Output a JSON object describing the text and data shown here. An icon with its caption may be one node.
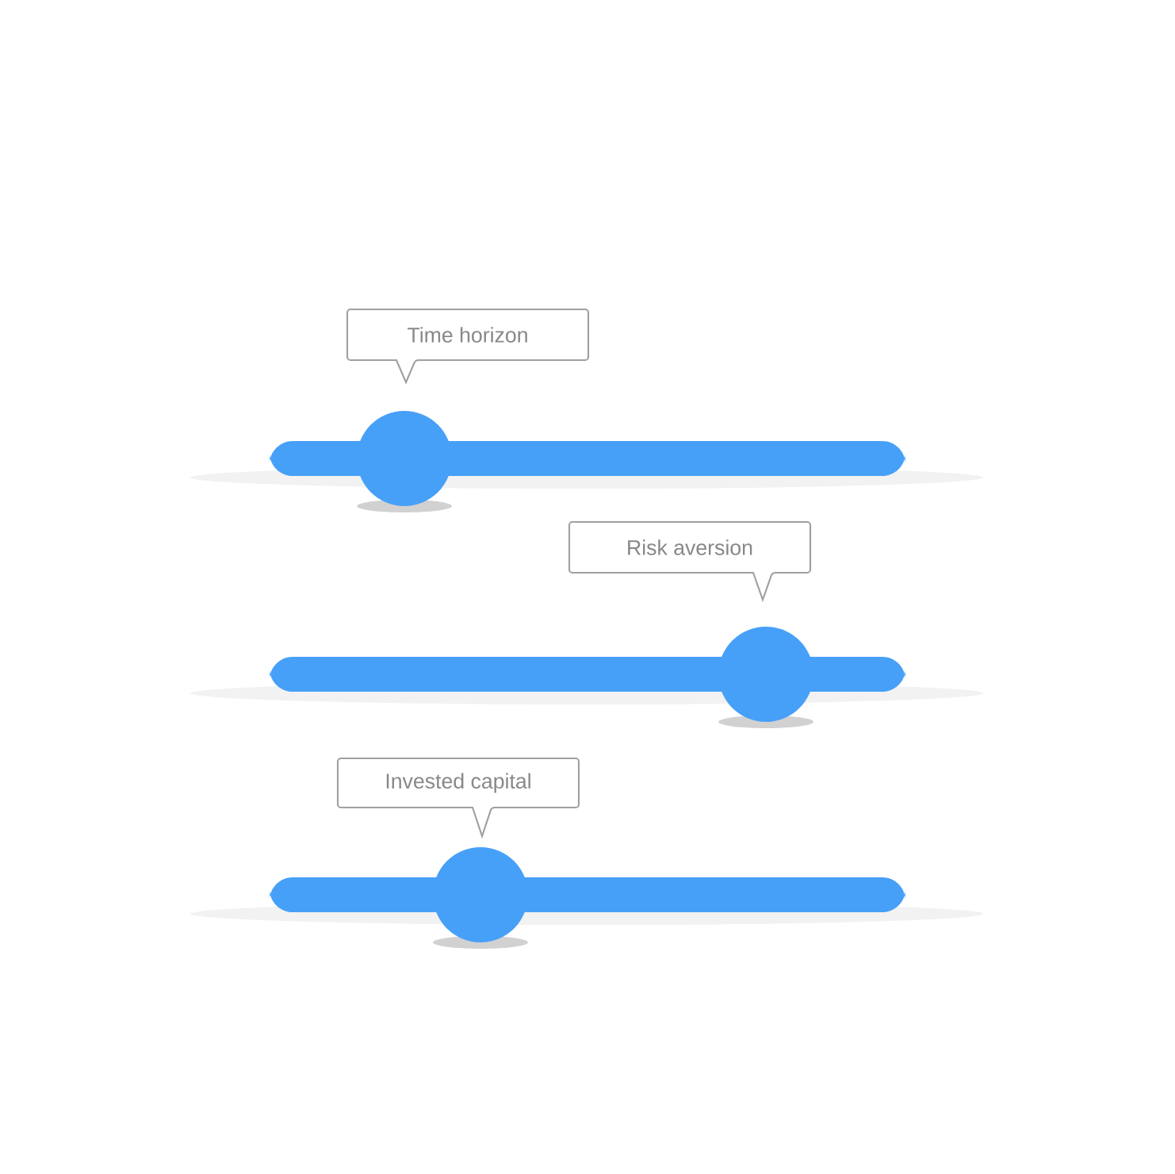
{
  "diagram": {
    "nodes": [
      {
        "text": [
          "Time horizon"
        ]
      },
      {
        "text": [
          "Risk aversion"
        ]
      },
      {
        "text": [
          "Invested capital"
        ]
      }
    ]
  }
}
